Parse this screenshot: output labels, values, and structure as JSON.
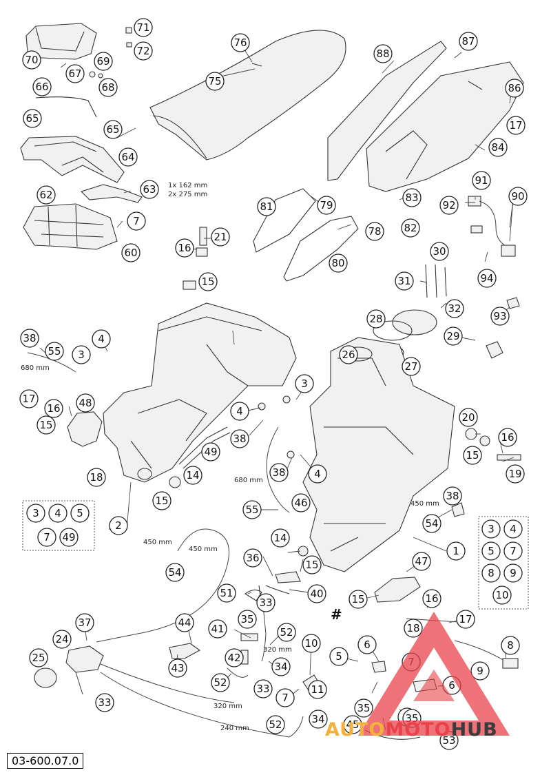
{
  "document": {
    "number": "03-600.07.0",
    "hash_mark": "#"
  },
  "watermark": {
    "brand_a": "AUTO",
    "brand_m": "MOTO",
    "brand_h": "HUB",
    "color_triangle": "#e8434a",
    "color_auto": "#f2b13c",
    "color_hub": "#3b3b3b"
  },
  "dimensions": [
    "1x 162 mm",
    "2x 275 mm",
    "680 mm",
    "680 mm",
    "450 mm",
    "450 mm",
    "450 mm",
    "320 mm",
    "320 mm",
    "240 mm"
  ],
  "group_boxes": {
    "left": [
      "3",
      "4",
      "5",
      "7",
      "49"
    ],
    "right": [
      "3",
      "4",
      "5",
      "7",
      "8",
      "9",
      "10"
    ]
  },
  "callouts": [
    "71",
    "72",
    "70",
    "76",
    "75",
    "88",
    "87",
    "69",
    "67",
    "68",
    "66",
    "86",
    "17",
    "65",
    "65",
    "64",
    "84",
    "63",
    "91",
    "92",
    "90",
    "62",
    "7",
    "83",
    "82",
    "81",
    "79",
    "78",
    "60",
    "21",
    "16",
    "80",
    "94",
    "15",
    "30",
    "31",
    "32",
    "93",
    "28",
    "29",
    "38",
    "4",
    "55",
    "3",
    "26",
    "27",
    "3",
    "17",
    "16",
    "48",
    "4",
    "15",
    "20",
    "16",
    "38",
    "15",
    "19",
    "49",
    "18",
    "14",
    "38",
    "4",
    "15",
    "46",
    "38",
    "55",
    "2",
    "54",
    "1",
    "14",
    "36",
    "15",
    "47",
    "54",
    "51",
    "40",
    "33",
    "15",
    "35",
    "16",
    "37",
    "44",
    "41",
    "52",
    "17",
    "18",
    "24",
    "10",
    "6",
    "8",
    "42",
    "25",
    "43",
    "34",
    "5",
    "7",
    "9",
    "52",
    "33",
    "11",
    "6",
    "33",
    "7",
    "35",
    "5",
    "52",
    "34",
    "45",
    "35",
    "53"
  ]
}
